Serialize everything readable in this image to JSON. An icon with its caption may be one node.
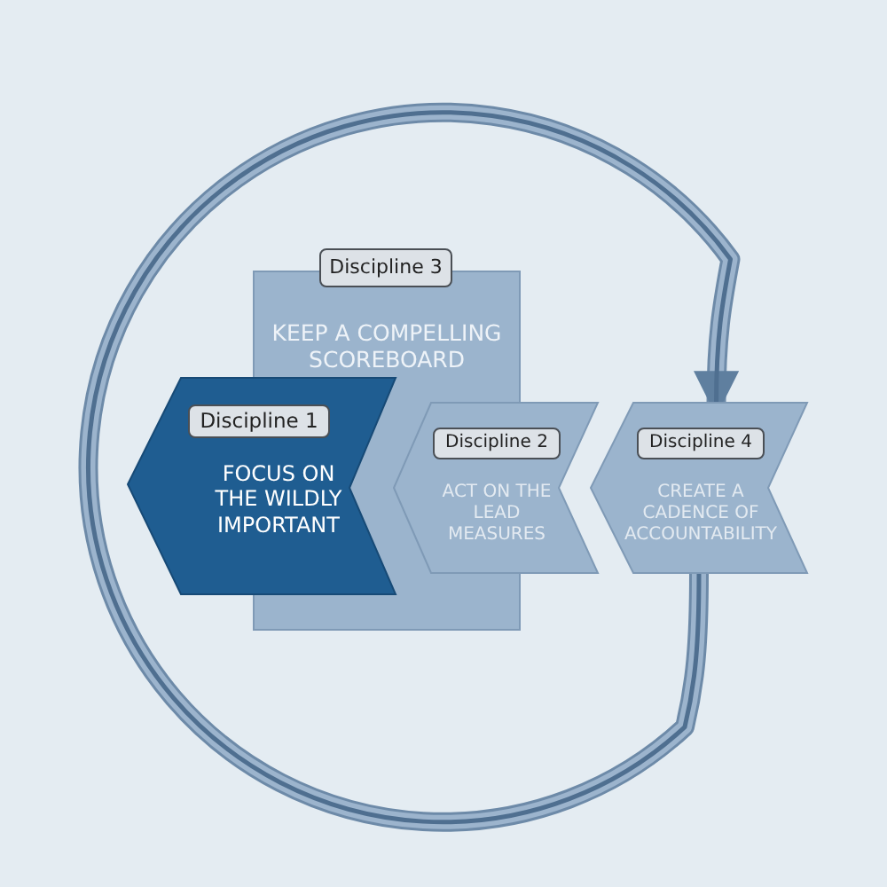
{
  "diagram": {
    "nodes": [
      {
        "text": [
          "Discipline 3",
          "KEEP A COMPELLING SCOREBOARD"
        ]
      },
      {
        "text": [
          "Discipline 1",
          "FOCUS ON THE WILDLY IMPORTANT"
        ]
      },
      {
        "text": [
          "Discipline 2",
          "ACT ON THE LEAD MEASURES"
        ]
      },
      {
        "text": [
          "Discipline 4",
          "CREATE A CADENCE OF ACCOUNTABILITY"
        ]
      }
    ],
    "edges": [
      {
        "from": 3,
        "to": 3,
        "arrow": "to"
      }
    ]
  }
}
